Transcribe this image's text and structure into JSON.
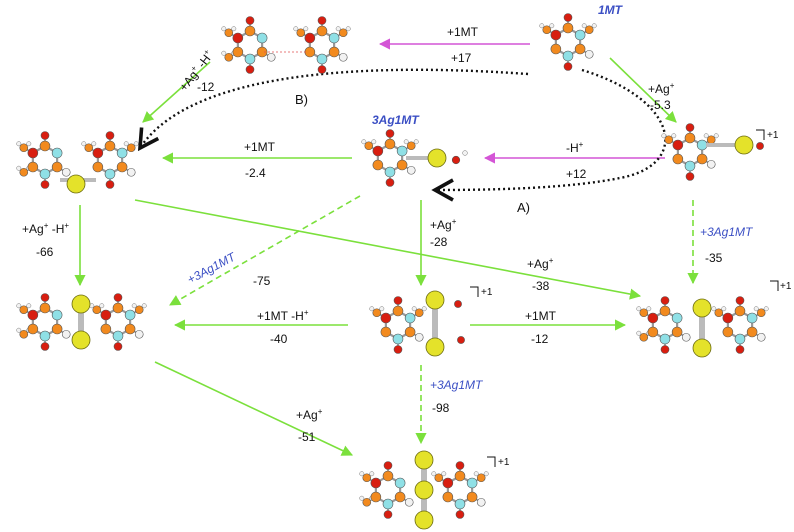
{
  "colors": {
    "green": "#7be03c",
    "magenta": "#d455d6",
    "black_dotted": "#111111",
    "label_blue": "#3b4fc4",
    "carbon": "#f28a1e",
    "c2": "#8fe0e6",
    "oxygen": "#d81e10",
    "silver": "#e4e22a",
    "hydrogen": "#f2f2f2"
  },
  "species": {
    "mt1": "1MT",
    "ag3": "3Ag1MT",
    "charge": "+1"
  },
  "reactions": {
    "r_top_magenta": {
      "reagent": "+1MT",
      "energy": "+17"
    },
    "r_dimer_down": {
      "reagent_a": "+Ag",
      "sup_a": "+",
      "reagent_b": "-H",
      "sup_b": "+",
      "energy": "-12"
    },
    "r_mt_to_ag": {
      "reagent": "+Ag",
      "sup": "+",
      "energy": "-5.3"
    },
    "r_mid_magenta": {
      "reagent": "-H",
      "sup": "+",
      "energy": "+12"
    },
    "r_3ag_left": {
      "reagent": "+1MT",
      "energy": "-2.4"
    },
    "r_left_down": {
      "reagent_a": "+Ag",
      "sup_a": "+",
      "reagent_b": "-H",
      "sup_b": "+",
      "energy": "-66"
    },
    "r_3ag_diag": {
      "reagent": "+3Ag1MT",
      "energy": "-75"
    },
    "r_3ag_down": {
      "reagent": "+Ag",
      "sup": "+",
      "energy": "-28"
    },
    "r_right_down": {
      "reagent": "+3Ag1MT",
      "energy": "-35"
    },
    "r_long_diag": {
      "reagent": "+Ag",
      "sup": "+",
      "energy": "-38"
    },
    "r_center_left": {
      "reagent_a": "+1MT",
      "reagent_b": "-H",
      "sup_b": "+",
      "energy": "-40"
    },
    "r_center_right": {
      "reagent": "+1MT",
      "energy": "-12"
    },
    "r_center_down": {
      "reagent": "+3Ag1MT",
      "energy": "-98"
    },
    "r_bottom_diag": {
      "reagent": "+Ag",
      "sup": "+",
      "energy": "-51"
    }
  },
  "paths": {
    "a": "A)",
    "b": "B)"
  }
}
